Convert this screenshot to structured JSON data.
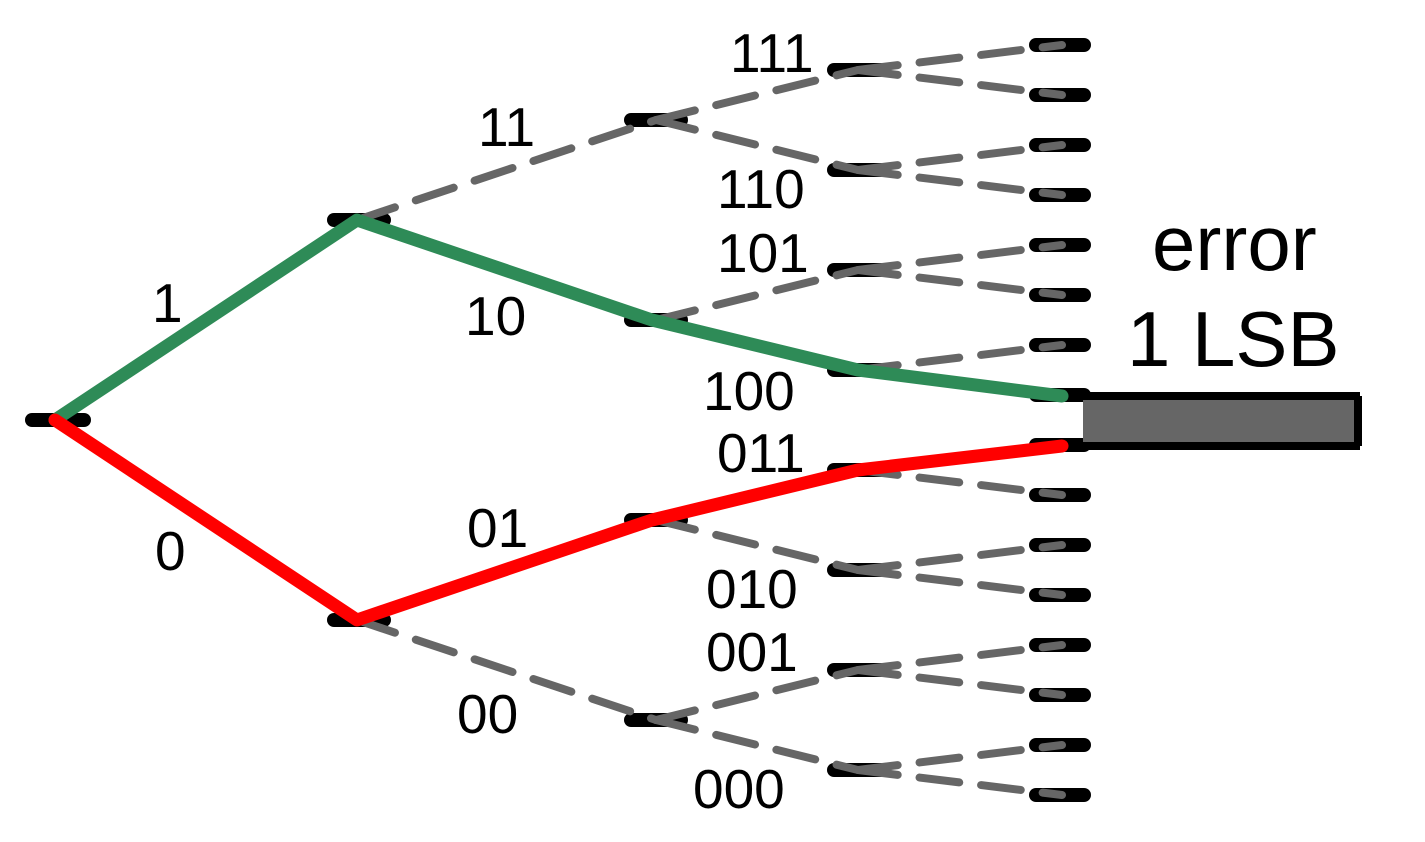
{
  "labels": {
    "b1": "1",
    "b0": "0",
    "b11": "11",
    "b10": "10",
    "b01": "01",
    "b00": "00",
    "b111": "111",
    "b110": "110",
    "b101": "101",
    "b100": "100",
    "b011": "011",
    "b010": "010",
    "b001": "001",
    "b000": "000"
  },
  "error_box": {
    "line1": "error",
    "line2": "1 LSB"
  },
  "colors": {
    "upper_path": "#2e8b57",
    "lower_path": "#ff0000",
    "dashed": "#666666",
    "error_fill": "#666666",
    "node": "#000000"
  }
}
